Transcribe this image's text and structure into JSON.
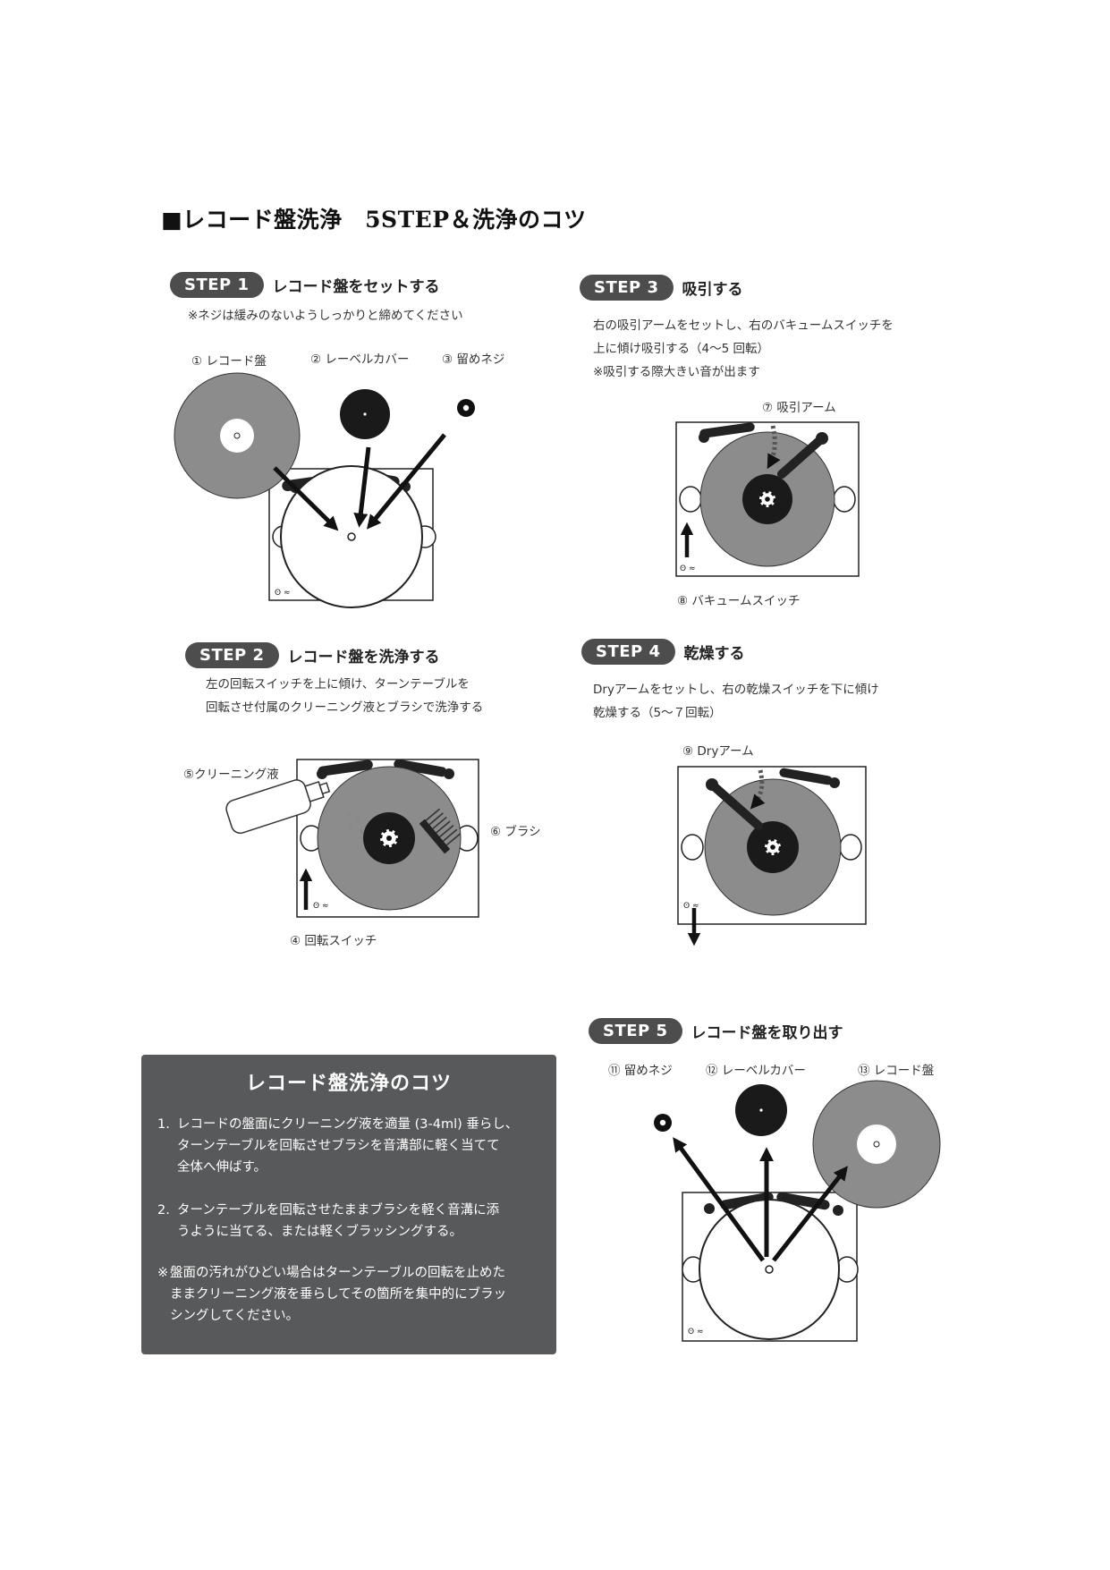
{
  "title": "■レコード盤洗浄　5STEP＆洗浄のコツ",
  "steps": {
    "s1": {
      "badge": "STEP 1",
      "title": "レコード盤をセットする",
      "desc": [
        "※ネジは緩みのないようしっかりと締めてください"
      ],
      "labels": [
        "① レコード盤",
        "② レーベルカバー",
        "③ 留めネジ"
      ]
    },
    "s2": {
      "badge": "STEP 2",
      "title": "レコード盤を洗浄する",
      "desc": [
        "左の回転スイッチを上に傾け、ターンテーブルを",
        "回転させ付属のクリーニング液とブラシで洗浄する"
      ],
      "labels": [
        "⑤クリーニング液",
        "⑥ ブラシ",
        "④ 回転スイッチ"
      ]
    },
    "s3": {
      "badge": "STEP 3",
      "title": "吸引する",
      "desc": [
        "右の吸引アームをセットし、右のバキュームスイッチを",
        "上に傾け吸引する（4〜5 回転）",
        "※吸引する際大きい音が出ます"
      ],
      "labels": [
        "⑦ 吸引アーム",
        "⑧ バキュームスイッチ"
      ]
    },
    "s4": {
      "badge": "STEP 4",
      "title": "乾燥する",
      "desc": [
        "Dryアームをセットし、右の乾燥スイッチを下に傾け",
        "乾燥する（5〜７回転）"
      ],
      "labels": [
        "⑨ Dryアーム"
      ]
    },
    "s5": {
      "badge": "STEP 5",
      "title": "レコード盤を取り出す",
      "labels": [
        "⑪ 留めネジ",
        "⑫ レーベルカバー",
        "⑬ レコード盤"
      ]
    }
  },
  "tips": {
    "title": "レコード盤洗浄のコツ",
    "items": [
      {
        "num": "1.",
        "lines": [
          "レコードの盤面にクリーニング液を適量 (3-4ml) 垂らし、",
          "ターンテーブルを回転させブラシを音溝部に軽く当てて",
          "全体へ伸ばす。"
        ]
      },
      {
        "num": "2.",
        "lines": [
          "ターンテーブルを回転させたままブラシを軽く音溝に添",
          "うように当てる、または軽くブラッシングする。"
        ]
      }
    ],
    "note": {
      "mark": "※",
      "lines": [
        "盤面の汚れがひどい場合はターンテーブルの回転を止めた",
        "ままクリーニング液を垂らしてその箇所を集中的にブラッ",
        "シングしてください。"
      ]
    }
  },
  "colors": {
    "badge": "#4d4d4d",
    "record": "#8c8c8c",
    "label": "#1a1a1a",
    "tips_bg": "#58595b"
  }
}
